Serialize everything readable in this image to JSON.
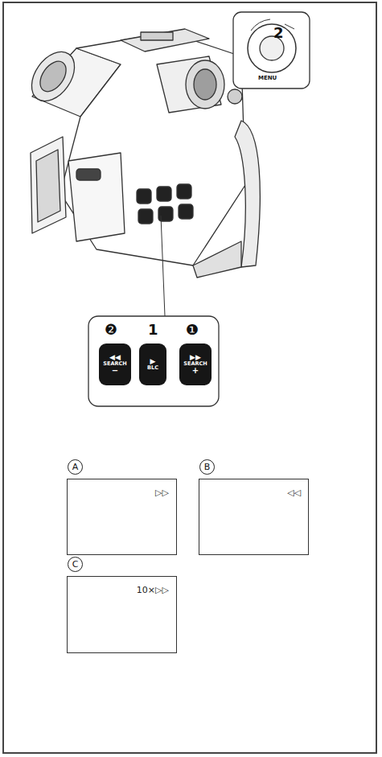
{
  "diagram": {
    "nodes": [
      {
        "text": [
          "◀◀",
          "SEARCH",
          "−"
        ]
      },
      {
        "text": [
          "▶",
          "BLC"
        ]
      },
      {
        "text": [
          "▶▶",
          "SEARCH",
          "+"
        ]
      },
      {
        "text": [
          "A",
          "▷▷"
        ]
      },
      {
        "text": [
          "B",
          "◁◁"
        ]
      },
      {
        "text": [
          "C",
          "10×▷▷"
        ]
      }
    ],
    "labels": [
      "2",
      "MENU",
      "❷",
      "1",
      "❶"
    ]
  }
}
